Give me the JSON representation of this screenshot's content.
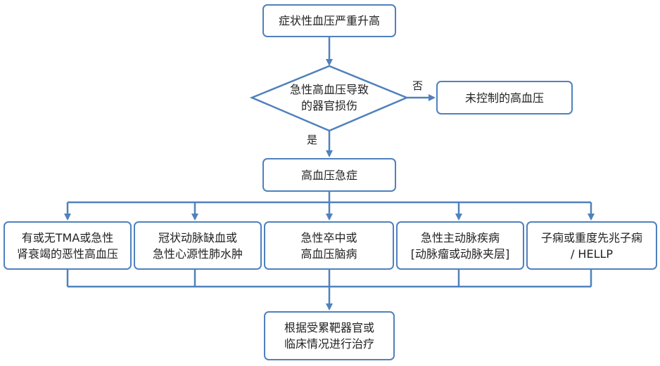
{
  "nodes": {
    "start": "症状性血压严重升高",
    "decision_line1": "急性高血压导致",
    "decision_line2": "的器官损伤",
    "uncontrolled": "未控制的高血压",
    "emergency": "高血压急症",
    "tma_line1": "有或无TMA或急性",
    "tma_line2": "肾衰竭的恶性高血压",
    "coronary_line1": "冠状动脉缺血或",
    "coronary_line2": "急性心源性肺水肿",
    "stroke_line1": "急性卒中或",
    "stroke_line2": "高血压脑病",
    "aortic_line1": "急性主动脉疾病",
    "aortic_line2": "[动脉瘤或动脉夹层]",
    "eclampsia_line1": "子痫或重度先兆子痫",
    "eclampsia_line2": "/ HELLP",
    "treat_line1": "根据受累靶器官或",
    "treat_line2": "临床情况进行治疗"
  },
  "edges": {
    "no_label": "否",
    "yes_label": "是"
  },
  "colors": {
    "accent": "#4f81bd",
    "text": "#222222"
  }
}
